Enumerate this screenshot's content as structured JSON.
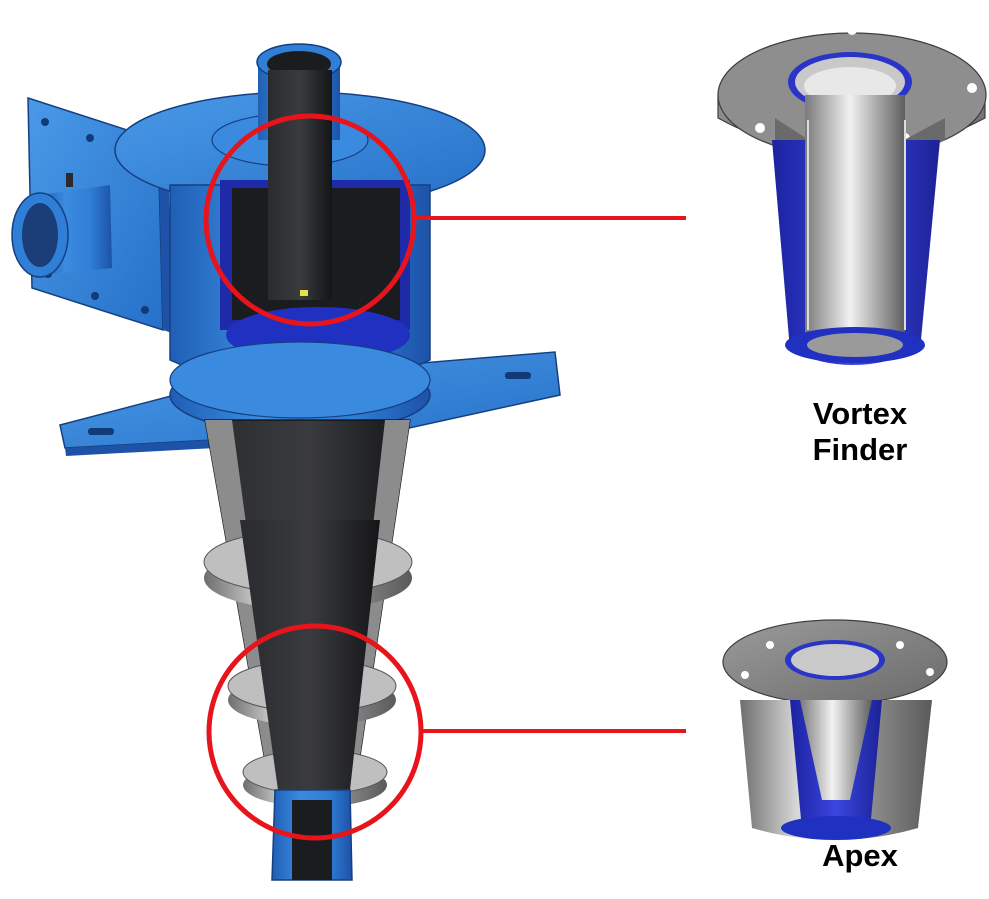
{
  "labels": {
    "vortex_finder": {
      "line1": "Vortex",
      "line2": "Finder"
    },
    "apex": {
      "line1": "Apex"
    }
  },
  "colors": {
    "callout": "#e8141b",
    "body_blue": "#2f7fd6",
    "blue_dark": "#1d52a8",
    "liner_blue": "#2a35c8",
    "dark_liner": "#1b1c1f",
    "steel": "#8c8c8c",
    "steel_light": "#d6d6d6"
  }
}
